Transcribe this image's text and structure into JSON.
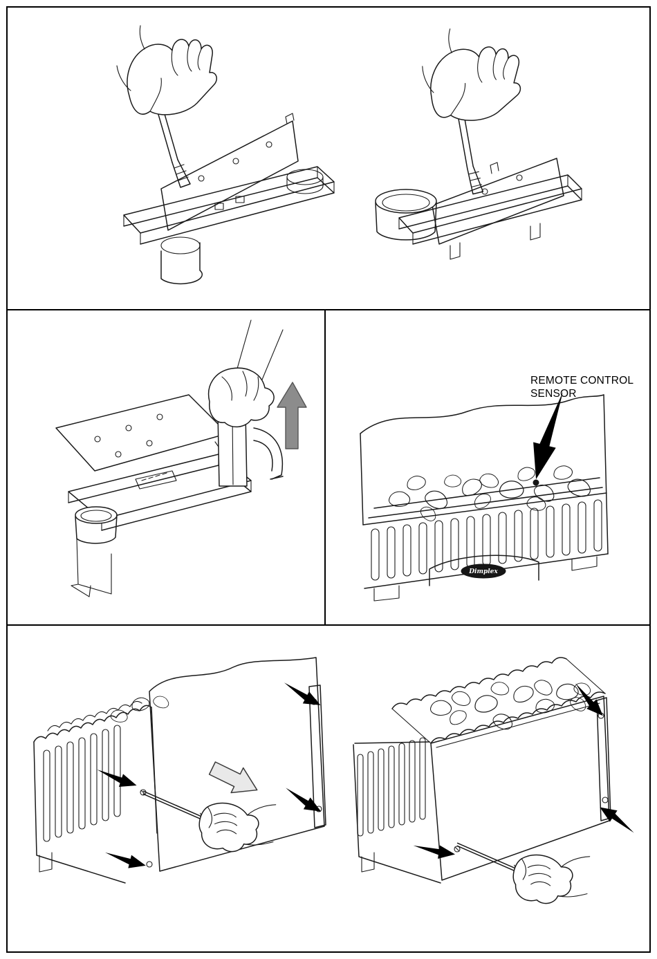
{
  "page": {
    "background": "#ffffff",
    "border_color": "#000000",
    "kind": "instruction-manual illustration page"
  },
  "labels": {
    "remote_control_sensor": "REMOTE CONTROL SENSOR",
    "badge": "Dimplex"
  },
  "colors": {
    "line": "#1a1a1a",
    "black_arrow": "#000000",
    "gray_arrow_fill": "#8c8c8c",
    "hollow_arrow_fill": "#e9e9e9"
  },
  "icons": {
    "gray_up_arrow": "⬆",
    "sensor_pointer_arrow": "➘",
    "screw_arrow": "➤",
    "insert_direction_arrow": "⇘"
  }
}
